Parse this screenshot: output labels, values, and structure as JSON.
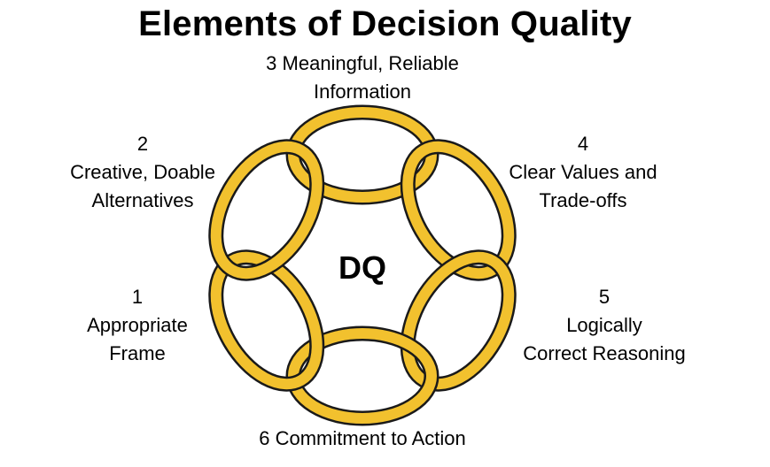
{
  "title": "Elements of Decision Quality",
  "center": "DQ",
  "elements": [
    {
      "number": "1",
      "lines": [
        "Appropriate",
        "Frame"
      ]
    },
    {
      "number": "2",
      "lines": [
        "Creative, Doable",
        "Alternatives"
      ]
    },
    {
      "number": "3",
      "lines": [
        "Meaningful, Reliable",
        "Information"
      ]
    },
    {
      "number": "4",
      "lines": [
        "Clear Values and",
        "Trade-offs"
      ]
    },
    {
      "number": "5",
      "lines": [
        "Logically",
        "Correct Reasoning"
      ]
    },
    {
      "number": "6",
      "lines": [
        "Commitment to Action"
      ]
    }
  ],
  "colors": {
    "link_fill": "#F2C12E",
    "link_outline": "#1a1a1a",
    "text": "#000000"
  }
}
